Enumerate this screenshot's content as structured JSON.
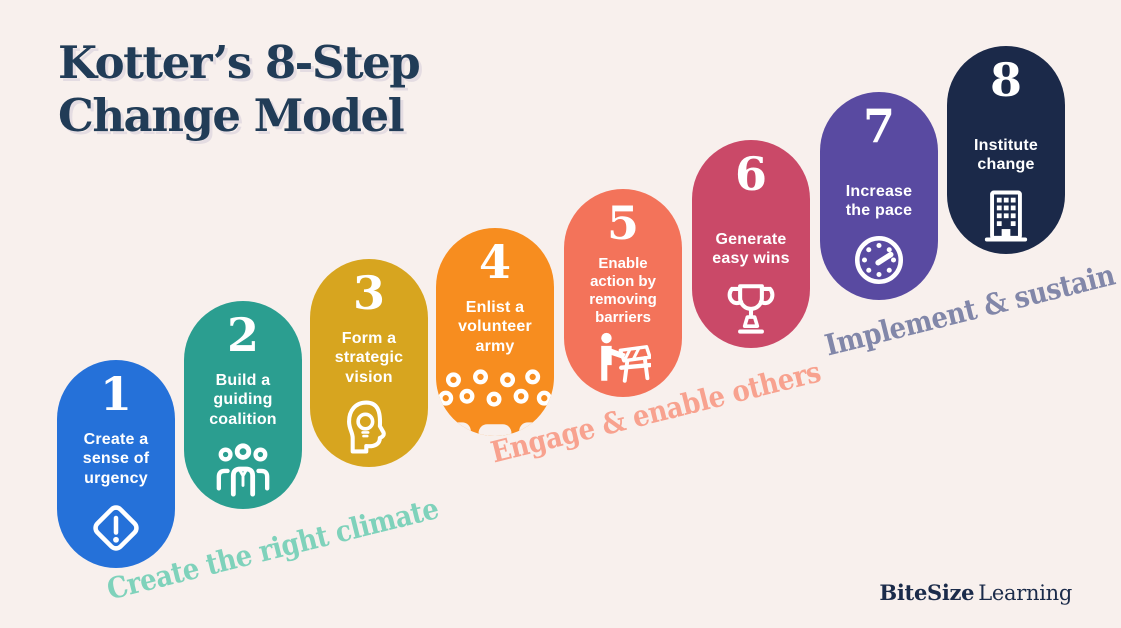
{
  "background": "#f8f0ed",
  "title": {
    "line1": "Kotter’s 8-Step",
    "line2": "Change Model",
    "color": "#213c57"
  },
  "steps": [
    {
      "number": "1",
      "label": "Create a\nsense of\nurgency",
      "color": "#2571d9",
      "icon": "alert-diamond"
    },
    {
      "number": "2",
      "label": "Build a\nguiding\ncoalition",
      "color": "#2b9e90",
      "icon": "team"
    },
    {
      "number": "3",
      "label": "Form a\nstrategic\nvision",
      "color": "#d7a51f",
      "icon": "head-lightbulb"
    },
    {
      "number": "4",
      "label": "Enlist a\nvolunteer\narmy",
      "color": "#f78d1f",
      "icon": "crowd"
    },
    {
      "number": "5",
      "label": "Enable\naction by\nremoving\nbarriers",
      "color": "#f3735a",
      "icon": "barrier-removal"
    },
    {
      "number": "6",
      "label": "Generate\neasy wins",
      "color": "#ca4968",
      "icon": "trophy"
    },
    {
      "number": "7",
      "label": "Increase\nthe pace",
      "color": "#594aa1",
      "icon": "speedometer"
    },
    {
      "number": "8",
      "label": "Institute\nchange",
      "color": "#1b2949",
      "icon": "building"
    }
  ],
  "phases": [
    {
      "label": "Create the right climate",
      "color": "#7fd2bb"
    },
    {
      "label": "Engage & enable others",
      "color": "#f8a28f"
    },
    {
      "label": "Implement & sustain",
      "color": "#8287a9"
    }
  ],
  "logo": {
    "bold": "BiteSize",
    "regular": "Learning",
    "color": "#1b2b4a"
  }
}
